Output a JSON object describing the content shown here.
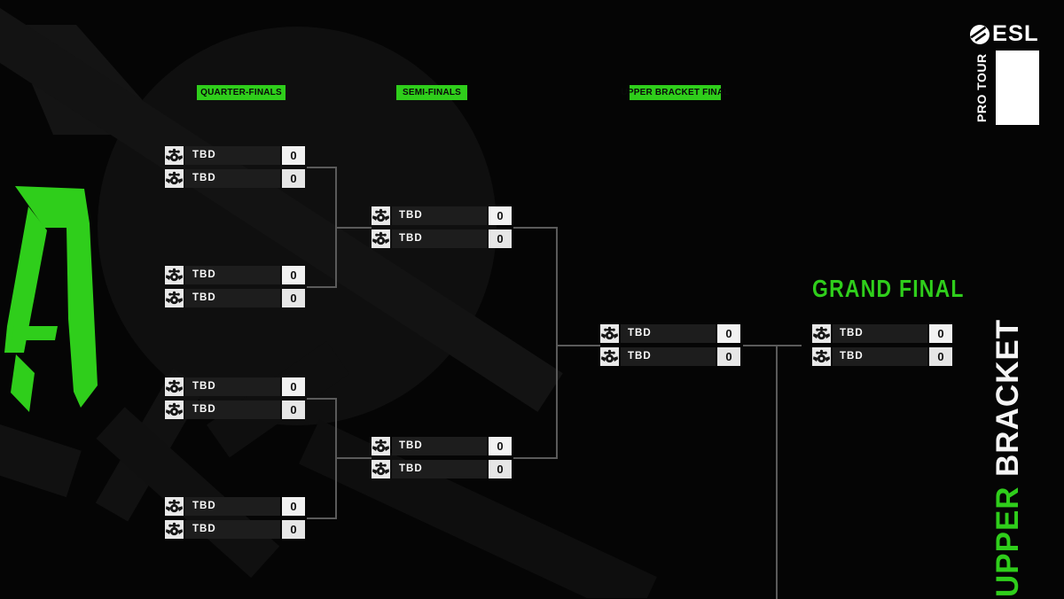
{
  "colors": {
    "green": "#2fce1b",
    "background": "#050505",
    "rowbar": "#1d1d1d",
    "scorebox": "#f2f2f2",
    "connector": "#5a5a5a"
  },
  "brand": {
    "esl_wordmark": "ESL",
    "pro_tour": "PRO TOUR"
  },
  "icons": {
    "esl_logo": "esl-ball-icon",
    "team_placeholder": "tbd-crest-icon"
  },
  "rounds": {
    "quarterfinals": "QUARTER-FINALS",
    "semifinals": "SEMI-FINALS",
    "upper_bracket_final": "UPPER BRACKET FINAL",
    "grand_final": "GRAND FINAL"
  },
  "side_label": {
    "word1": "UPPER",
    "word2": "BRACKET"
  },
  "bracket": {
    "quarterfinals": [
      {
        "top": {
          "name": "TBD",
          "score": "0"
        },
        "bottom": {
          "name": "TBD",
          "score": "0"
        }
      },
      {
        "top": {
          "name": "TBD",
          "score": "0"
        },
        "bottom": {
          "name": "TBD",
          "score": "0"
        }
      },
      {
        "top": {
          "name": "TBD",
          "score": "0"
        },
        "bottom": {
          "name": "TBD",
          "score": "0"
        }
      },
      {
        "top": {
          "name": "TBD",
          "score": "0"
        },
        "bottom": {
          "name": "TBD",
          "score": "0"
        }
      }
    ],
    "semifinals": [
      {
        "top": {
          "name": "TBD",
          "score": "0"
        },
        "bottom": {
          "name": "TBD",
          "score": "0"
        }
      },
      {
        "top": {
          "name": "TBD",
          "score": "0"
        },
        "bottom": {
          "name": "TBD",
          "score": "0"
        }
      }
    ],
    "upper_bracket_final": {
      "top": {
        "name": "TBD",
        "score": "0"
      },
      "bottom": {
        "name": "TBD",
        "score": "0"
      }
    },
    "grand_final": {
      "top": {
        "name": "TBD",
        "score": "0"
      },
      "bottom": {
        "name": "TBD",
        "score": "0"
      }
    }
  }
}
